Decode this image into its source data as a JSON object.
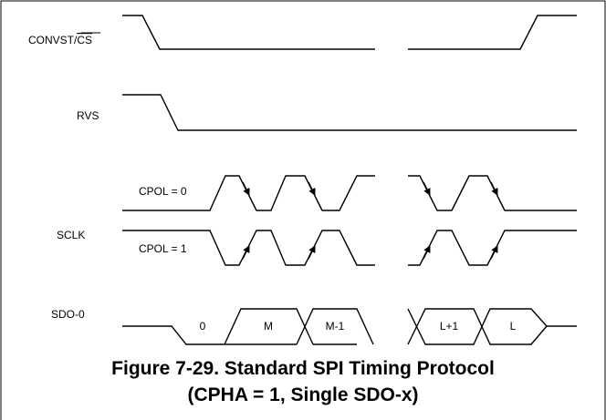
{
  "signals": {
    "convst_prefix": "CONVST/",
    "convst_bar": "CS",
    "rvs": "RVS",
    "sclk": "SCLK",
    "cpol0": "CPOL = 0",
    "cpol1": "CPOL = 1",
    "sdo": "SDO-0"
  },
  "sdo_bits": [
    "0",
    "M",
    "M-1",
    "L+1",
    "L"
  ],
  "caption": {
    "line1": "Figure 7-29. Standard SPI Timing Protocol",
    "line2": "(CPHA = 1, Single SDO-x)"
  }
}
